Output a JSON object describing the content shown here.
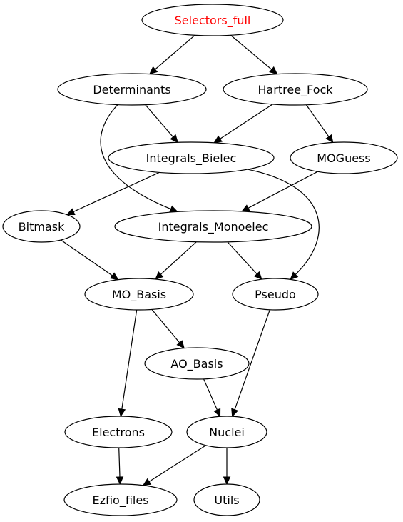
{
  "graph": {
    "nodes": [
      {
        "id": "selectors_full",
        "label": "Selectors_full",
        "highlight": true
      },
      {
        "id": "determinants",
        "label": "Determinants"
      },
      {
        "id": "hartree_fock",
        "label": "Hartree_Fock"
      },
      {
        "id": "integrals_bielec",
        "label": "Integrals_Bielec"
      },
      {
        "id": "moguess",
        "label": "MOGuess"
      },
      {
        "id": "bitmask",
        "label": "Bitmask"
      },
      {
        "id": "integrals_monoelec",
        "label": "Integrals_Monoelec"
      },
      {
        "id": "mo_basis",
        "label": "MO_Basis"
      },
      {
        "id": "pseudo",
        "label": "Pseudo"
      },
      {
        "id": "ao_basis",
        "label": "AO_Basis"
      },
      {
        "id": "electrons",
        "label": "Electrons"
      },
      {
        "id": "nuclei",
        "label": "Nuclei"
      },
      {
        "id": "ezfio_files",
        "label": "Ezfio_files"
      },
      {
        "id": "utils",
        "label": "Utils"
      }
    ],
    "edges": [
      {
        "from": "selectors_full",
        "to": "determinants"
      },
      {
        "from": "selectors_full",
        "to": "hartree_fock"
      },
      {
        "from": "determinants",
        "to": "integrals_bielec"
      },
      {
        "from": "determinants",
        "to": "integrals_monoelec"
      },
      {
        "from": "hartree_fock",
        "to": "integrals_bielec"
      },
      {
        "from": "hartree_fock",
        "to": "moguess"
      },
      {
        "from": "integrals_bielec",
        "to": "bitmask"
      },
      {
        "from": "integrals_bielec",
        "to": "pseudo"
      },
      {
        "from": "moguess",
        "to": "integrals_monoelec"
      },
      {
        "from": "bitmask",
        "to": "mo_basis"
      },
      {
        "from": "integrals_monoelec",
        "to": "mo_basis"
      },
      {
        "from": "integrals_monoelec",
        "to": "pseudo"
      },
      {
        "from": "mo_basis",
        "to": "ao_basis"
      },
      {
        "from": "mo_basis",
        "to": "electrons"
      },
      {
        "from": "pseudo",
        "to": "nuclei"
      },
      {
        "from": "ao_basis",
        "to": "nuclei"
      },
      {
        "from": "electrons",
        "to": "ezfio_files"
      },
      {
        "from": "nuclei",
        "to": "ezfio_files"
      },
      {
        "from": "nuclei",
        "to": "utils"
      }
    ]
  },
  "colors": {
    "highlight_text": "#ff0000",
    "node_text": "#000000",
    "stroke": "#000000",
    "background": "#ffffff"
  }
}
